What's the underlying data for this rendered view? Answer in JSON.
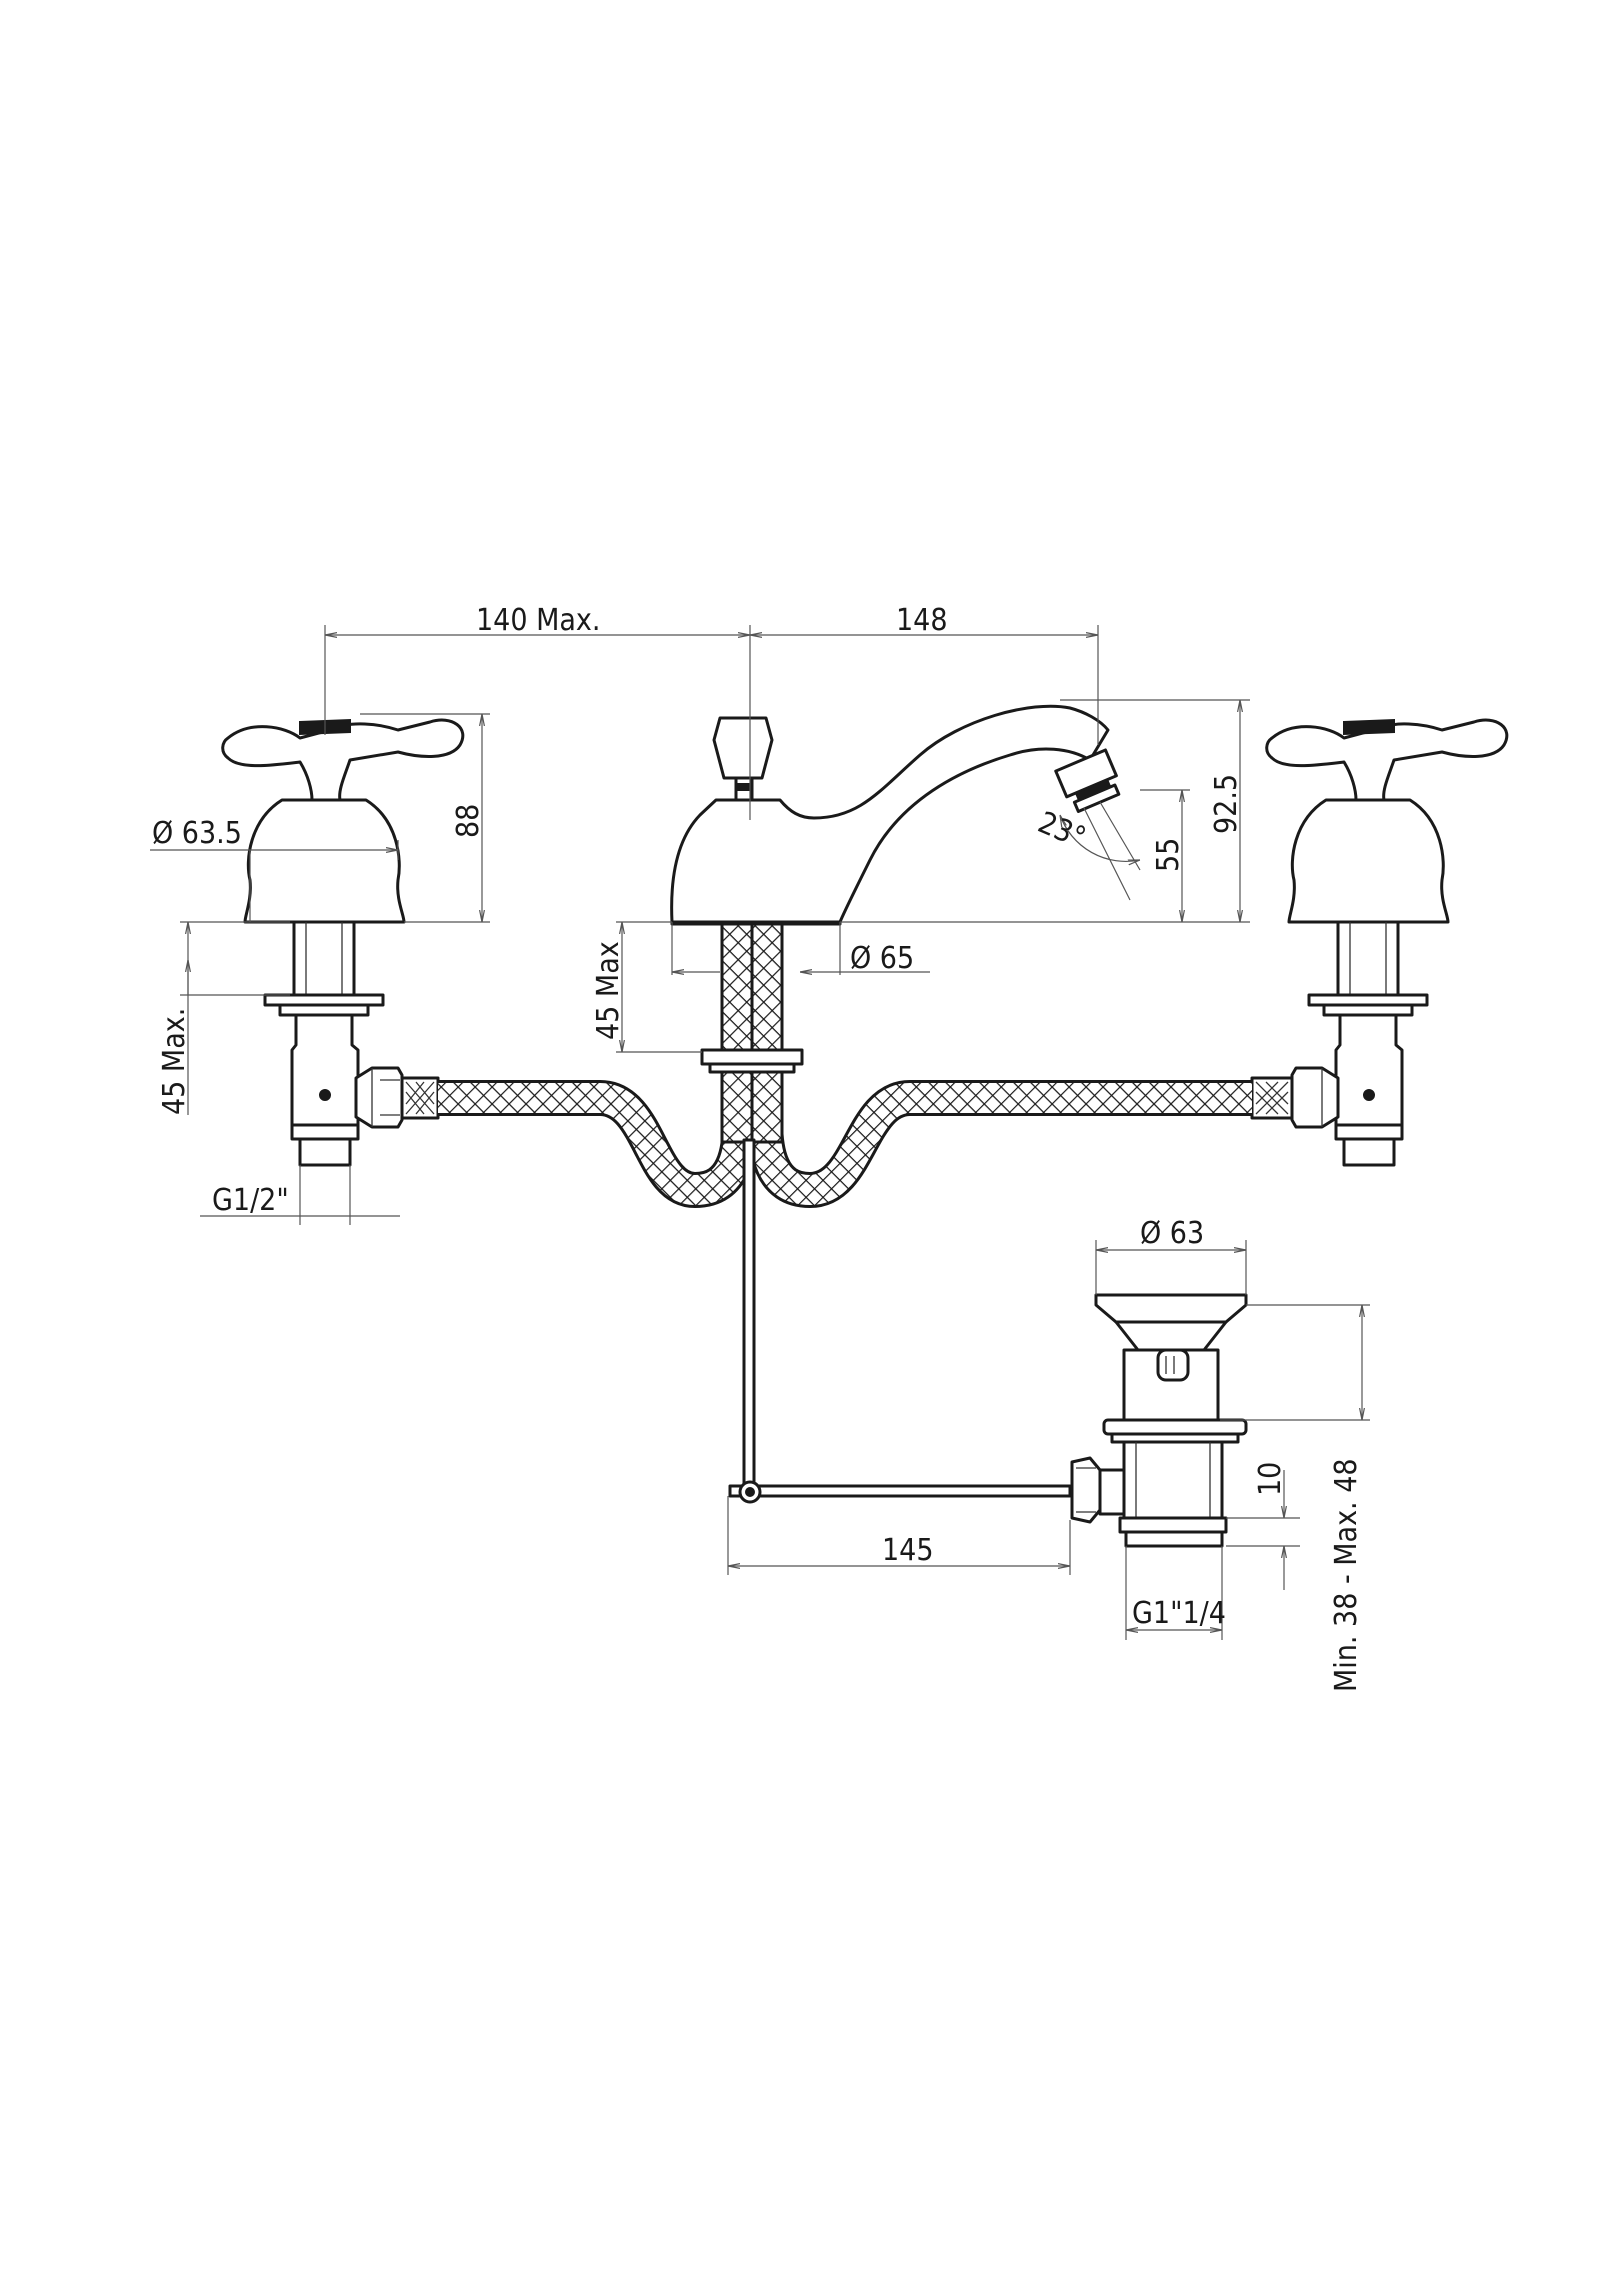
{
  "dimensions": {
    "handle_reach": "140 Max.",
    "spout_reach": "148",
    "handle_height": "88",
    "handle_base_diameter": "Ø 63.5",
    "spout_height": "92.5",
    "outlet_height": "55",
    "spout_angle": "23°",
    "spout_base_diameter": "Ø 65",
    "spout_thickness": "45 Max",
    "valve_thickness": "45 Max.",
    "valve_thread": "G1/2\"",
    "waste_diameter": "Ø 63",
    "waste_offset": "10",
    "rod_length": "145",
    "waste_thread": "G1\"1/4",
    "waste_range": "Min. 38 - Max. 48"
  }
}
